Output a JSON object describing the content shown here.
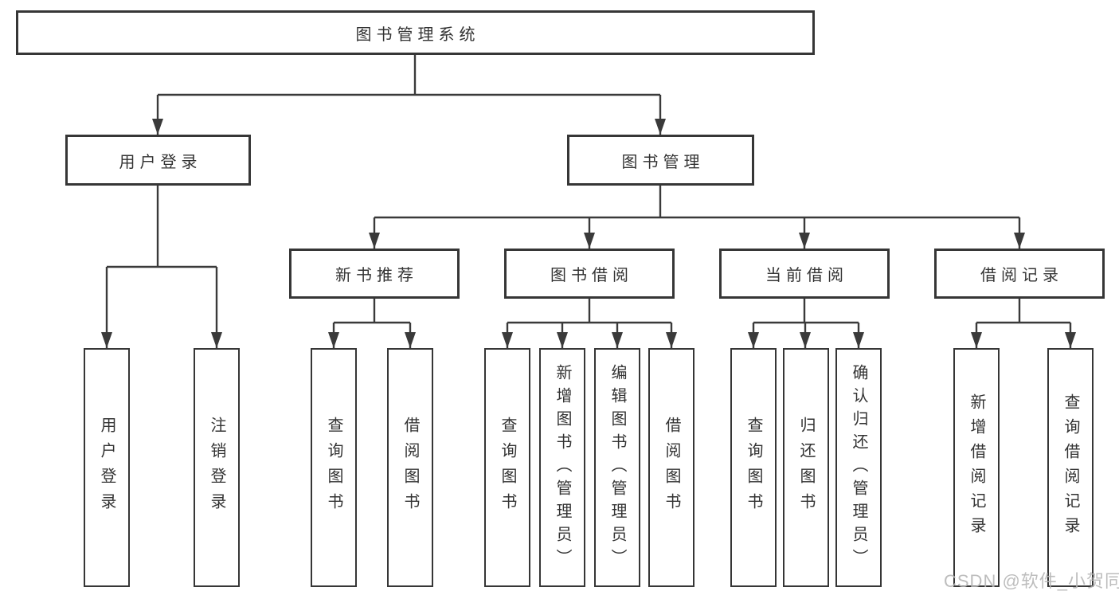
{
  "diagram": {
    "root": {
      "label": "图书管理系统"
    },
    "level1": {
      "user_login": {
        "label": "用户登录"
      },
      "book_management": {
        "label": "图书管理"
      }
    },
    "level2": {
      "new_book_recommend": {
        "label": "新书推荐"
      },
      "book_borrow": {
        "label": "图书借阅"
      },
      "current_borrow": {
        "label": "当前借阅"
      },
      "borrow_record": {
        "label": "借阅记录"
      }
    },
    "leaves": {
      "user_login": [
        "用户登录",
        "注销登录"
      ],
      "new_book_recommend": [
        "查询图书",
        "借阅图书"
      ],
      "book_borrow": [
        "查询图书",
        "新增图书（管理员）",
        "编辑图书（管理员）",
        "借阅图书"
      ],
      "current_borrow": [
        "查询图书",
        "归还图书",
        "确认归还（管理员）"
      ],
      "borrow_record": [
        "新增借阅记录",
        "查询借阅记录"
      ]
    }
  },
  "watermark": "CSDN @软件_小贺同学",
  "colors": {
    "line": "#3a3a3a",
    "border": "#363636",
    "text": "#333333",
    "watermark": "#b6b6b6",
    "background": "#ffffff"
  }
}
